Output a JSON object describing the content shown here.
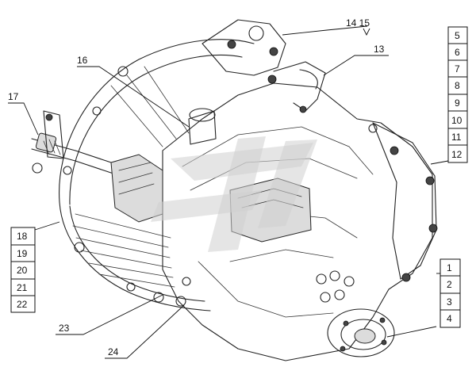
{
  "callouts": {
    "c1": "1",
    "c2": "2",
    "c3": "3",
    "c4": "4",
    "c5": "5",
    "c6": "6",
    "c7": "7",
    "c8": "8",
    "c9": "9",
    "c10": "10",
    "c11": "11",
    "c12": "12",
    "c13": "13",
    "c14_15": "14 15",
    "c16": "16",
    "c17": "17",
    "c18": "18",
    "c19": "19",
    "c20": "20",
    "c21": "21",
    "c22": "22",
    "c23": "23",
    "c24": "24"
  },
  "icons": {
    "watermark": "watermark-logo-icon",
    "assembly": "gearbox-assembly-icon"
  }
}
